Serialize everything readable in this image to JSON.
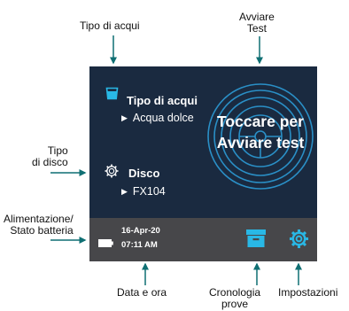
{
  "callouts": {
    "water_type": "Tipo di acqui",
    "start_test_line1": "Avviare",
    "start_test_line2": "Test",
    "disc_type_line1": "Tipo",
    "disc_type_line2": "di disco",
    "power_line1": "Alimentazione/",
    "power_line2": "Stato batteria",
    "date_time": "Data e ora",
    "history_line1": "Cronologia",
    "history_line2": "prove",
    "settings": "Impostazioni"
  },
  "screen": {
    "water_type_title": "Tipo di acqui",
    "water_type_value": "Acqua dolce",
    "disc_title": "Disco",
    "disc_value": "FX104",
    "start_line1": "Toccare per",
    "start_line2": "Avviare test",
    "date": "16-Apr-20",
    "time": "07:11 AM",
    "triangle": "▶"
  },
  "colors": {
    "screen_bg": "#1a2a40",
    "statusbar_bg": "#47474a",
    "accent": "#29b8e6",
    "arrow": "#0f6f73"
  },
  "icons": [
    "water-beaker-icon",
    "disc-gear-icon",
    "battery-icon",
    "history-archive-icon",
    "settings-gear-icon"
  ]
}
